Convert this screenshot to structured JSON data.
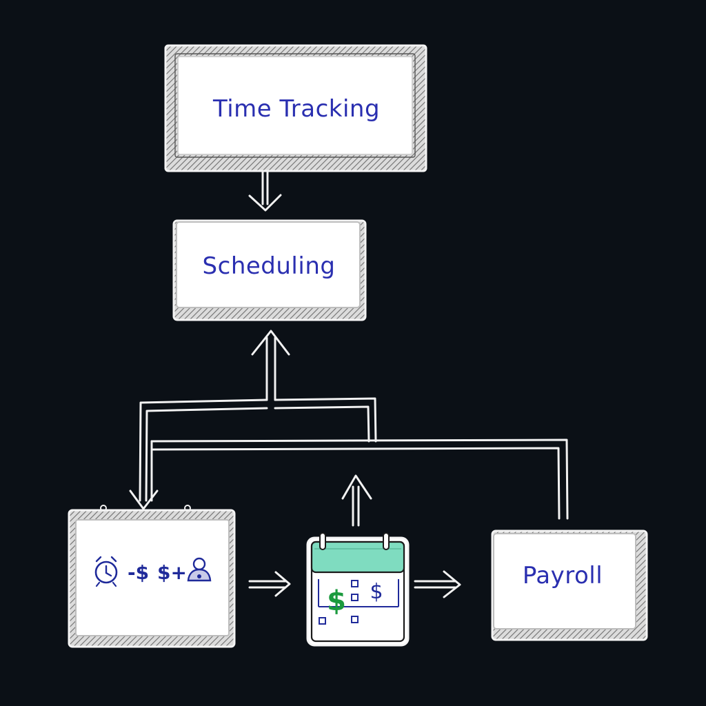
{
  "nodes": {
    "time_tracking": {
      "label": "Time Tracking"
    },
    "scheduling": {
      "label": "Scheduling"
    },
    "cost_calc": {
      "icons": [
        "alarm-clock-icon",
        "dollar-icon",
        "person-badge-icon"
      ],
      "text_minus_dollar": "-$",
      "text_plus_dollar": "$+"
    },
    "calendar_budget": {
      "icons": [
        "calendar-icon"
      ],
      "big_symbol": "$",
      "small_symbol": "$"
    },
    "payroll": {
      "label": "Payroll"
    }
  },
  "colors": {
    "background": "#0b1016",
    "box_fill": "#ffffff",
    "outline": "#f2f2f2",
    "text": "#2a2fb0",
    "calendar_header": "#7fdcc0",
    "money_green": "#1b9a3e"
  }
}
